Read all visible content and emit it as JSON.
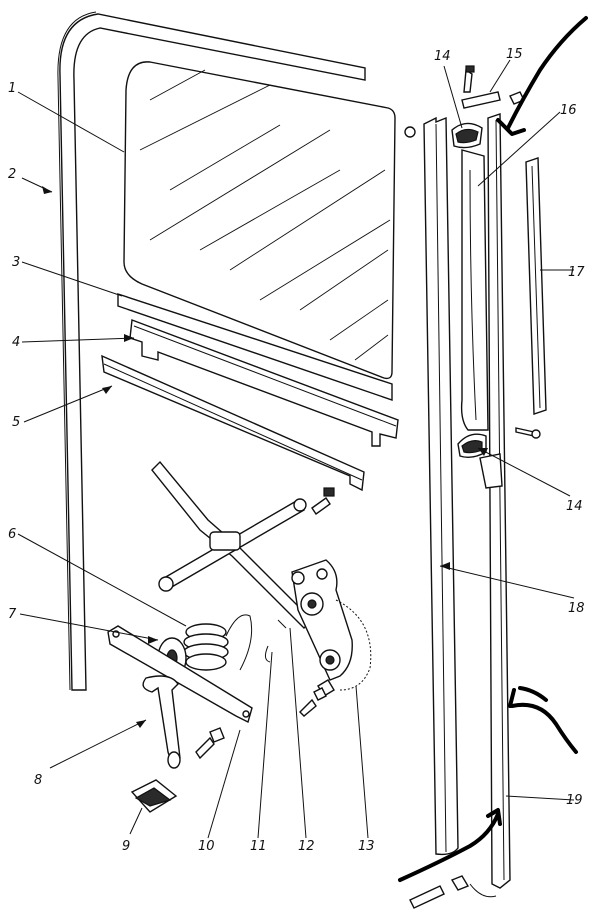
{
  "callouts": {
    "c1": "1",
    "c2": "2",
    "c3": "3",
    "c4": "4",
    "c5": "5",
    "c6": "6",
    "c7": "7",
    "c8": "8",
    "c9": "9",
    "c10": "10",
    "c11": "11",
    "c12": "12",
    "c13": "13",
    "c14a": "14",
    "c14b": "14",
    "c15": "15",
    "c16": "16",
    "c17": "17",
    "c18": "18",
    "c19": "19"
  },
  "colors": {
    "ink": "#111111",
    "paper": "#ffffff",
    "marker": "#000000"
  }
}
